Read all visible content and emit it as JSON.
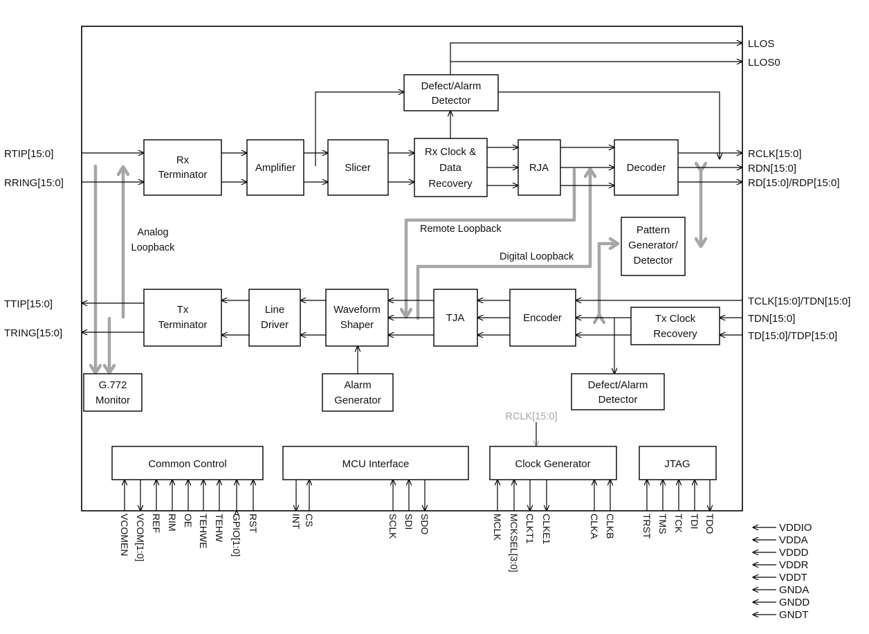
{
  "colors": {
    "line": "#000000",
    "loopback": "#a6a6a6",
    "faded_label": "#a6a6a6",
    "background": "#ffffff"
  },
  "blocks": {
    "rx_terminator": [
      "Rx",
      "Terminator"
    ],
    "amplifier": [
      "Amplifier"
    ],
    "slicer": [
      "Slicer"
    ],
    "rx_cdr": [
      "Rx Clock &",
      "Data",
      "Recovery"
    ],
    "rja": [
      "RJA"
    ],
    "decoder": [
      "Decoder"
    ],
    "defect_alarm_rx": [
      "Defect/Alarm",
      "Detector"
    ],
    "pattern_gen": [
      "Pattern",
      "Generator/",
      "Detector"
    ],
    "tx_terminator": [
      "Tx",
      "Terminator"
    ],
    "line_driver": [
      "Line",
      "Driver"
    ],
    "waveform_shaper": [
      "Waveform",
      "Shaper"
    ],
    "tja": [
      "TJA"
    ],
    "encoder": [
      "Encoder"
    ],
    "tx_clock_recovery": [
      "Tx Clock",
      "Recovery"
    ],
    "defect_alarm_tx": [
      "Defect/Alarm",
      "Detector"
    ],
    "alarm_generator": [
      "Alarm",
      "Generator"
    ],
    "g772_monitor": [
      "G.772",
      "Monitor"
    ],
    "common_control": [
      "Common Control"
    ],
    "mcu_interface": [
      "MCU Interface"
    ],
    "clock_generator": [
      "Clock Generator"
    ],
    "jtag": [
      "JTAG"
    ]
  },
  "labels": {
    "analog_loopback": [
      "Analog",
      "Loopback"
    ],
    "remote_loopback": "Remote Loopback",
    "digital_loopback": "Digital Loopback",
    "rclk_feedback": "RCLK[15:0]"
  },
  "pins": {
    "left_inputs": [
      "RTIP[15:0]",
      "RRING[15:0]"
    ],
    "left_outputs": [
      "TTIP[15:0]",
      "TRING[15:0]"
    ],
    "right_top": [
      "LLOS",
      "LLOS0"
    ],
    "right_rx": [
      "RCLK[15:0]",
      "RDN[15:0]",
      "RD[15:0]/RDP[15:0]"
    ],
    "right_tx": [
      "TCLK[15:0]/TDN[15:0]",
      "TDN[15:0]",
      "TD[15:0]/TDP[15:0]"
    ],
    "bottom": [
      "VCOMEN",
      "VCOM[1:0]",
      "REF",
      "RIM",
      "OE",
      "TEHWE",
      "TEHW",
      "GPIO[1:0]",
      "RST",
      "INT",
      "CS",
      "SCLK",
      "SDI",
      "SDO",
      "MCLK",
      "MCKSEL[3:0]",
      "CLKT1",
      "CLKE1",
      "CLKA",
      "CLKB",
      "TRST",
      "TMS",
      "TCK",
      "TDI",
      "TDO"
    ],
    "power": [
      "VDDIO",
      "VDDA",
      "VDDD",
      "VDDR",
      "VDDT",
      "GNDA",
      "GNDD",
      "GNDT"
    ]
  }
}
